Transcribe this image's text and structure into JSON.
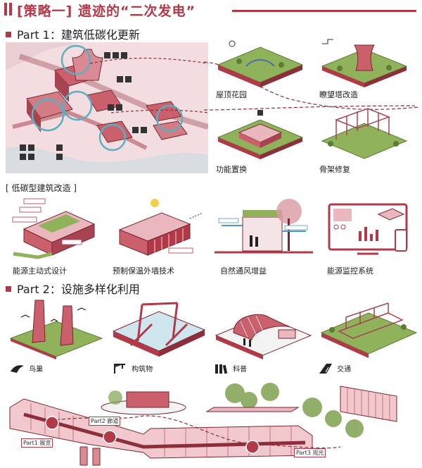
{
  "title": "[策略一] 遗迹的“二次发电”",
  "part1": {
    "heading": "Part 1：建筑低碳化更新",
    "panels": [
      "屋顶花园",
      "瞭望塔改造",
      "功能置换",
      "骨架修复"
    ]
  },
  "lowcarbon": {
    "heading": "[ 低碳型建筑改造 ]",
    "panels": [
      "能源主动式设计",
      "预制保温外墙技术",
      "自然通风增益",
      "能源监控系统"
    ]
  },
  "part2": {
    "heading": "Part 2：设施多样化利用",
    "facilities": [
      "鸟巢",
      "构筑物",
      "科普",
      "交通"
    ]
  },
  "route": {
    "tags": [
      "Part1 展览",
      "Part2 廊道",
      "Part3 观光"
    ]
  },
  "colors": {
    "accent": "#b23a48",
    "pink": "#e9b7bd",
    "green": "#7ea24f"
  }
}
